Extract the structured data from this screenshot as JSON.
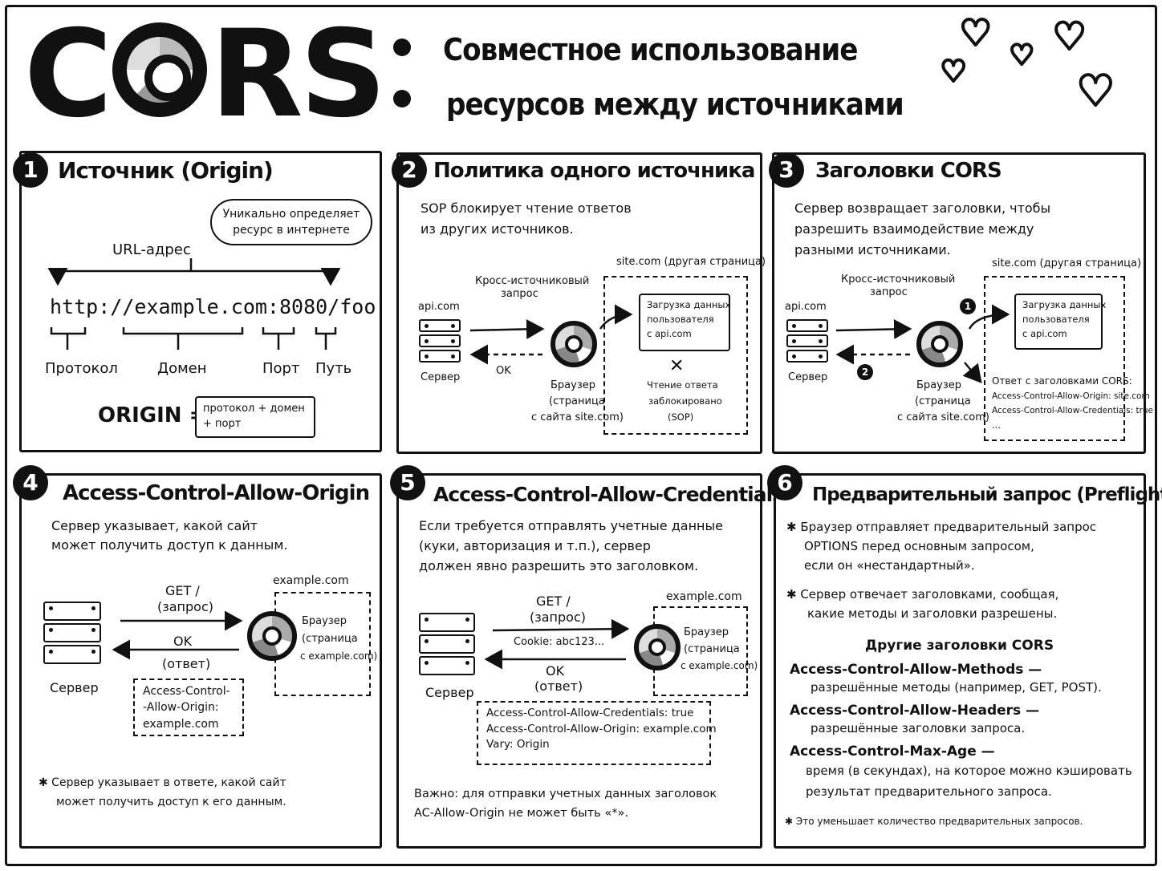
{
  "header": {
    "logo": "CORS",
    "title_line1": "Совместное использование",
    "title_line2": "ресурсов между источниками",
    "heart_icon": "♥"
  },
  "panel1": {
    "num": "1",
    "title": "Источник (Origin)",
    "bubble": "Уникально определяет ресурс в интернете",
    "url_label": "URL-адрес",
    "url": "http://example.com:8080/foo",
    "parts": [
      "Протокол",
      "Домен",
      "Порт",
      "Путь"
    ],
    "origin_label": "ORIGIN =",
    "origin_formula": "протокол + домен + порт"
  },
  "panel2": {
    "num": "2",
    "title": "Политика одного источника",
    "desc1": "SOP блокирует чтение ответов",
    "desc2": "из других источников.",
    "site_label": "site.com (другая страница)",
    "cross_label1": "Кросс-источниковый",
    "cross_label2": "запрос",
    "api_label": "api.com",
    "server_label": "Сервер",
    "ok_label": "OK",
    "browser_label1": "Браузер",
    "browser_label2": "(страница",
    "browser_label3": "с сайта site.com)",
    "load1": "Загрузка данных",
    "load2": "пользователя",
    "load3": "с api.com",
    "blocked1": "Чтение ответа",
    "blocked2": "заблокировано",
    "blocked3": "(SOP)"
  },
  "panel3": {
    "num": "3",
    "title": "Заголовки CORS",
    "desc1": "Сервер возвращает заголовки, чтобы",
    "desc2": "разрешить взаимодействие между",
    "desc3": "разными источниками.",
    "site_label": "site.com (другая страница)",
    "cross_label1": "Кросс-источниковый",
    "cross_label2": "запрос",
    "api_label": "api.com",
    "server_label": "Сервер",
    "step1": "1",
    "step2": "2",
    "browser_label1": "Браузер",
    "browser_label2": "(страница",
    "browser_label3": "с сайта site.com)",
    "load1": "Загрузка данных",
    "load2": "пользователя",
    "load3": "с api.com",
    "resp_title": "Ответ с заголовками CORS:",
    "resp1": "Access-Control-Allow-Origin: site.com",
    "resp2": "Access-Control-Allow-Credentials: true",
    "resp3": "..."
  },
  "panel4": {
    "num": "4",
    "title": "Access-Control-Allow-Origin",
    "desc1": "Сервер указывает, какой сайт",
    "desc2": "может получить доступ к данным.",
    "get1": "GET /",
    "get2": "(запрос)",
    "ok1": "OK",
    "ok2": "(ответ)",
    "server_label": "Сервер",
    "example_label": "example.com",
    "browser_label1": "Браузер",
    "browser_label2": "(страница",
    "browser_label3": "с example.com)",
    "header1": "Access-Control-",
    "header2": "-Allow-Origin:",
    "header3": "example.com",
    "note1": "✱ Сервер указывает в ответе, какой сайт",
    "note2": "может получить доступ к его данным."
  },
  "panel5": {
    "num": "5",
    "title": "Access-Control-Allow-Credentials",
    "desc1": "Если требуется отправлять учетные данные",
    "desc2": "(куки, авторизация и т.п.), сервер",
    "desc3": "должен явно разрешить это заголовком.",
    "get1": "GET /",
    "get2": "(запрос)",
    "cookie": "Cookie: abc123...",
    "ok1": "OK",
    "ok2": "(ответ)",
    "server_label": "Сервер",
    "example_label": "example.com",
    "browser_label1": "Браузер",
    "browser_label2": "(страница",
    "browser_label3": "с example.com)",
    "h1": "Access-Control-Allow-Credentials: true",
    "h2": "Access-Control-Allow-Origin: example.com",
    "h3": "Vary: Origin",
    "important1": "Важно: для отправки учетных данных заголовок",
    "important2": "AC-Allow-Origin не может быть «*»."
  },
  "panel6": {
    "num": "6",
    "title": "Предварительный запрос (Preflight)",
    "b1_1": "✱ Браузер отправляет предварительный запрос",
    "b1_2": "OPTIONS перед основным запросом,",
    "b1_3": "если он «нестандартный».",
    "b2_1": "✱ Сервер отвечает заголовками, сообщая,",
    "b2_2": "какие методы и заголовки разрешены.",
    "other_title": "Другие заголовки CORS",
    "m_title": "Access-Control-Allow-Methods —",
    "m_desc": "разрешённые методы (например, GET, POST).",
    "h_title": "Access-Control-Allow-Headers —",
    "h_desc": "разрешённые заголовки запроса.",
    "a_title": "Access-Control-Max-Age —",
    "a_desc1": "время (в секундах), на которое можно кэшировать",
    "a_desc2": "результат предварительного запроса.",
    "footnote": "✱ Это уменьшает количество предварительных запросов."
  }
}
